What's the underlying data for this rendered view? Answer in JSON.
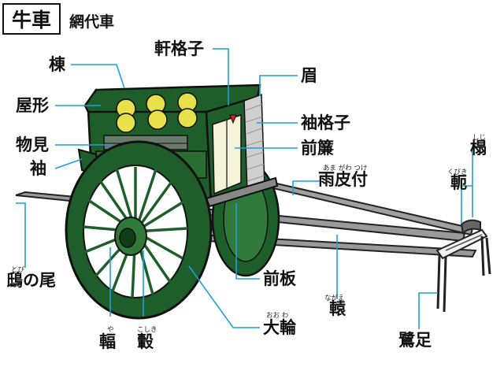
{
  "header": {
    "title": "牛車",
    "subtitle": "網代車"
  },
  "labels": [
    {
      "id": "mune",
      "text": "棟",
      "ruby": ""
    },
    {
      "id": "yakata",
      "text": "屋形",
      "ruby": ""
    },
    {
      "id": "monomi",
      "text": "物見",
      "ruby": ""
    },
    {
      "id": "sode",
      "text": "袖",
      "ruby": ""
    },
    {
      "id": "tobinoo",
      "text": "鴟の尾",
      "ruby": "とび"
    },
    {
      "id": "ya",
      "text": "輻",
      "ruby": "や"
    },
    {
      "id": "koshiki",
      "text": "轂",
      "ruby": "こしき"
    },
    {
      "id": "noki",
      "text": "軒格子",
      "ruby": ""
    },
    {
      "id": "mayu",
      "text": "眉",
      "ruby": ""
    },
    {
      "id": "sodegoshi",
      "text": "袖格子",
      "ruby": ""
    },
    {
      "id": "maesudare",
      "text": "前簾",
      "ruby": ""
    },
    {
      "id": "amakawa",
      "text": "雨皮付",
      "ruby": "あま がわ つけ"
    },
    {
      "id": "shiji",
      "text": "榻",
      "ruby": "しじ"
    },
    {
      "id": "kubiki",
      "text": "軛",
      "ruby": "くびき"
    },
    {
      "id": "maeita",
      "text": "前板",
      "ruby": ""
    },
    {
      "id": "nagae",
      "text": "轅",
      "ruby": "ながえ"
    },
    {
      "id": "owa",
      "text": "大輪",
      "ruby": "おお わ"
    },
    {
      "id": "sagiashi",
      "text": "鷺足",
      "ruby": ""
    }
  ],
  "colors": {
    "body_green": "#1e5e2a",
    "body_dark": "#0f3d18",
    "crest_yellow": "#e8e04a",
    "leader_blue": "#1fa0d8",
    "shaft_gray": "#8a8a8a",
    "blind_cream": "#f4f2d8"
  }
}
